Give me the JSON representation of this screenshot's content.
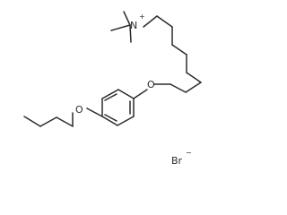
{
  "structure": {
    "labels": {
      "nitrogen": "N",
      "nitrogen_charge": "+",
      "ether_oxygen_chain": "O",
      "ether_oxygen_butoxy": "O",
      "counterion": "Br",
      "counterion_charge": "−"
    },
    "colors": {
      "line": "#2b2b2b",
      "background": "#ffffff"
    }
  }
}
